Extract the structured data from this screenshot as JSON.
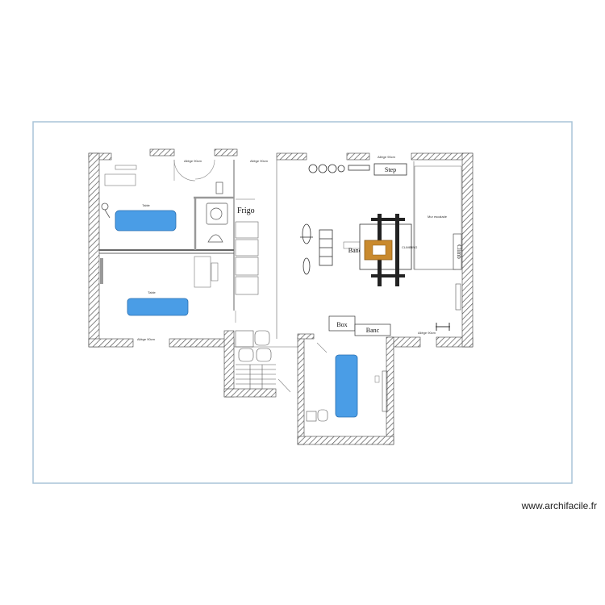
{
  "plan": {
    "rooms": {
      "frigo": "Frigo",
      "step": "Step",
      "mur_escalade": "Mur escalade",
      "climb": "Climb",
      "banc_1": "Banc",
      "banc_2": "Banc",
      "box": "Box",
      "climbing": "CLIMBING",
      "table_1": "Table",
      "table_2": "Table"
    },
    "small_notes": {
      "top_left": "Allège 90cm",
      "top_mid": "Allège 90cm",
      "top_right": "Allège 90cm",
      "bottom_left": "Allège 90cm",
      "bottom_right": "Allège 90cm"
    },
    "colors": {
      "frame": "#a9c4d8",
      "table_fill": "#4a9de6",
      "bench_fill": "#c98a2e",
      "wall": "#555555"
    }
  },
  "footer": {
    "watermark": "www.archifacile.fr"
  }
}
